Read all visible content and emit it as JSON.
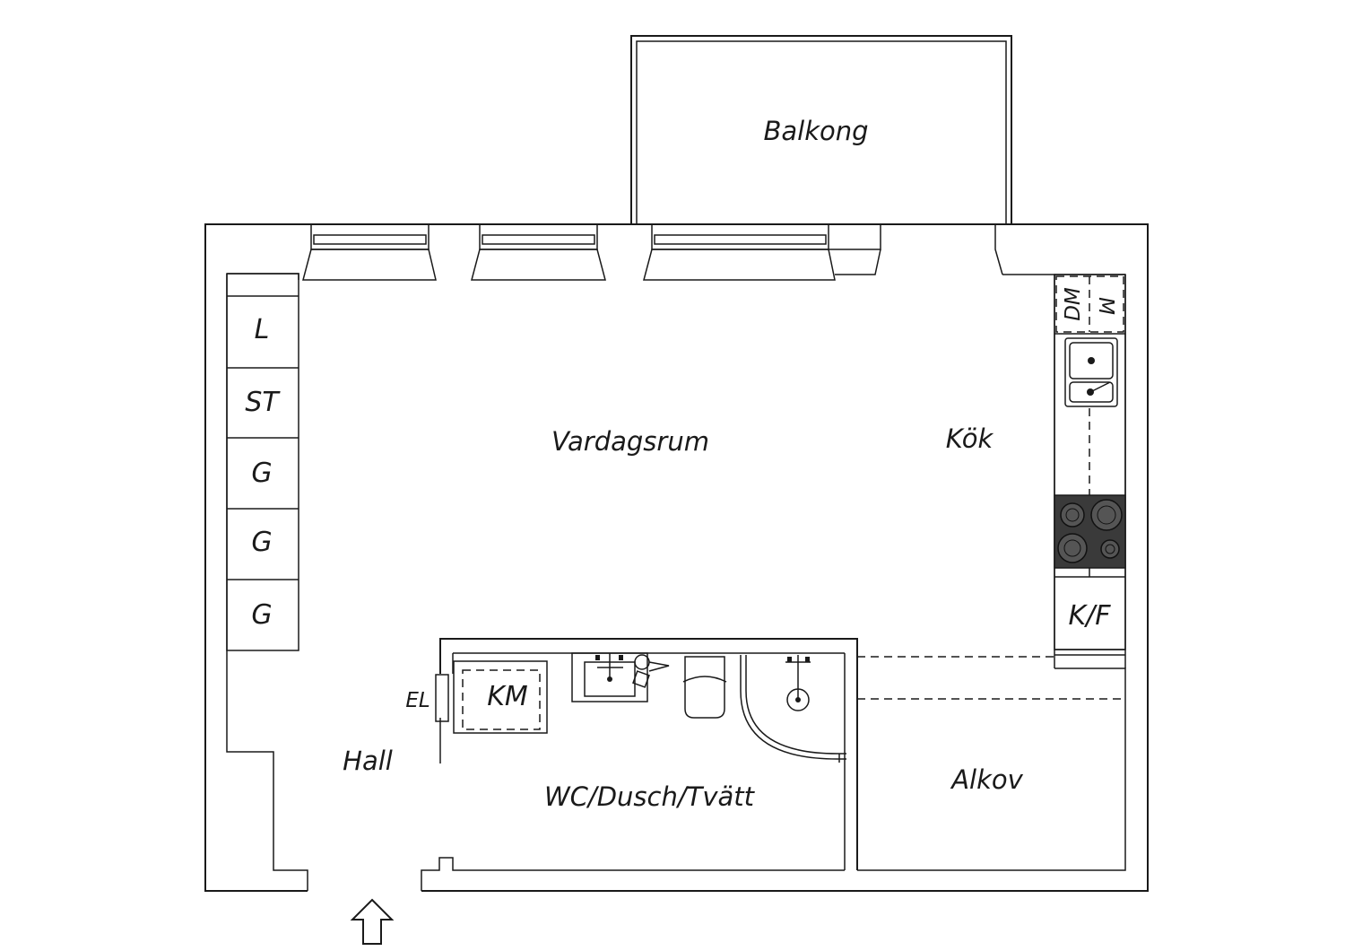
{
  "rooms": {
    "balcony": "Balkong",
    "living": "Vardagsrum",
    "kitchen": "Kök",
    "hall": "Hall",
    "bathroom": "WC/Dusch/Tvätt",
    "alcove": "Alkov"
  },
  "wardrobe_units": [
    "L",
    "ST",
    "G",
    "G",
    "G"
  ],
  "kitchen_units": {
    "dishwasher": "DM",
    "microwave": "M",
    "fridge_freezer": "K/F"
  },
  "bathroom_units": {
    "washing_machine": "KM",
    "electrical_panel": "EL"
  },
  "colors": {
    "wall": "#1a1a1a",
    "stove": "#3a3a3a",
    "background": "#ffffff"
  }
}
